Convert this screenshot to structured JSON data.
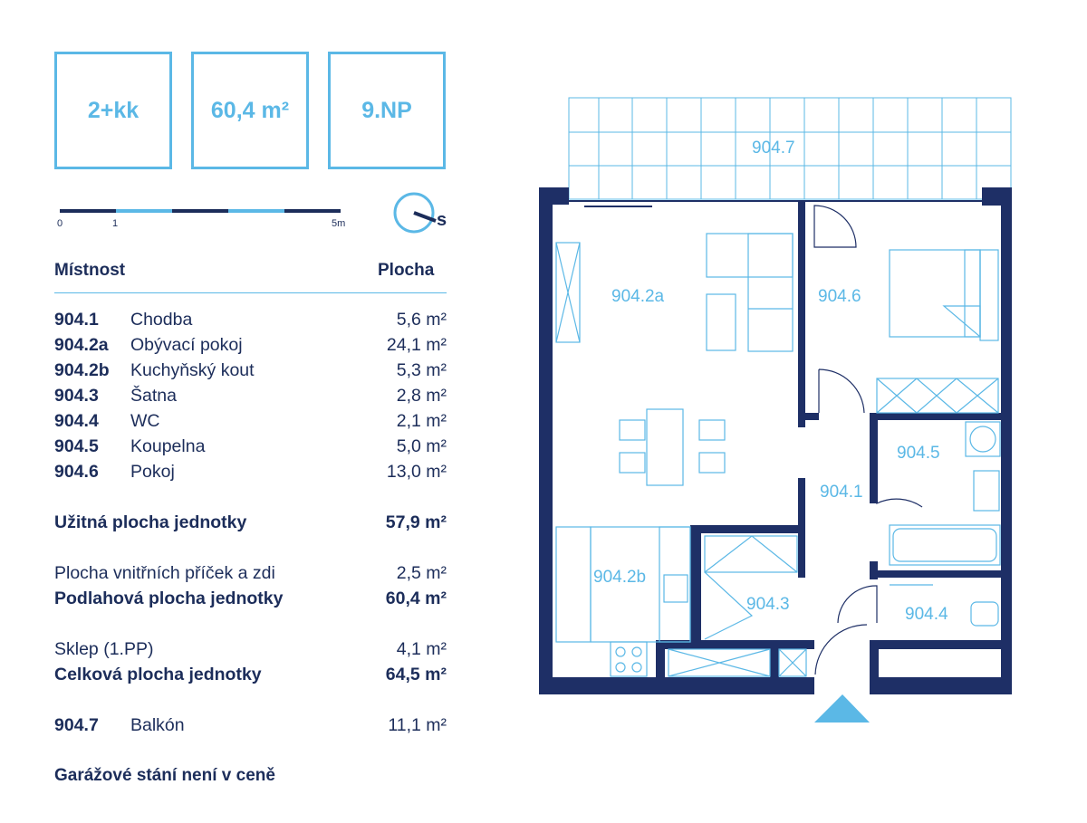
{
  "summary_boxes": [
    {
      "label": "2+kk"
    },
    {
      "label": "60,4 m²"
    },
    {
      "label": "9.NP"
    }
  ],
  "scale": {
    "start": "0",
    "one": "1",
    "end": "5m"
  },
  "compass": {
    "label": "S"
  },
  "table": {
    "header_room": "Místnost",
    "header_area": "Plocha",
    "rows": [
      {
        "code": "904.1",
        "name": "Chodba",
        "area": "5,6 m²"
      },
      {
        "code": "904.2a",
        "name": "Obývací pokoj",
        "area": "24,1 m²"
      },
      {
        "code": "904.2b",
        "name": "Kuchyňský kout",
        "area": "5,3 m²"
      },
      {
        "code": "904.3",
        "name": "Šatna",
        "area": "2,8 m²"
      },
      {
        "code": "904.4",
        "name": "WC",
        "area": "2,1 m²"
      },
      {
        "code": "904.5",
        "name": "Koupelna",
        "area": "5,0 m²"
      },
      {
        "code": "904.6",
        "name": "Pokoj",
        "area": "13,0 m²"
      }
    ],
    "usable_label": "Užitná plocha jednotky",
    "usable_value": "57,9 m²",
    "walls_label": "Plocha vnitřních příček a zdi",
    "walls_value": "2,5 m²",
    "floor_label": "Podlahová plocha jednotky",
    "floor_value": "60,4 m²",
    "cellar_label": "Sklep (1.PP)",
    "cellar_value": "4,1 m²",
    "total_label": "Celková plocha jednotky",
    "total_value": "64,5 m²",
    "balcony_code": "904.7",
    "balcony_name": "Balkón",
    "balcony_area": "11,1 m²",
    "note": "Garážové stání není v ceně"
  },
  "plan": {
    "labels": {
      "r7": "904.7",
      "r2a": "904.2a",
      "r6": "904.6",
      "r5": "904.5",
      "r1": "904.1",
      "r2b": "904.2b",
      "r3": "904.3",
      "r4": "904.4"
    }
  },
  "colors": {
    "navy": "#1c2d5a",
    "accent": "#5bb8e6",
    "wall": "#1e2f66"
  }
}
